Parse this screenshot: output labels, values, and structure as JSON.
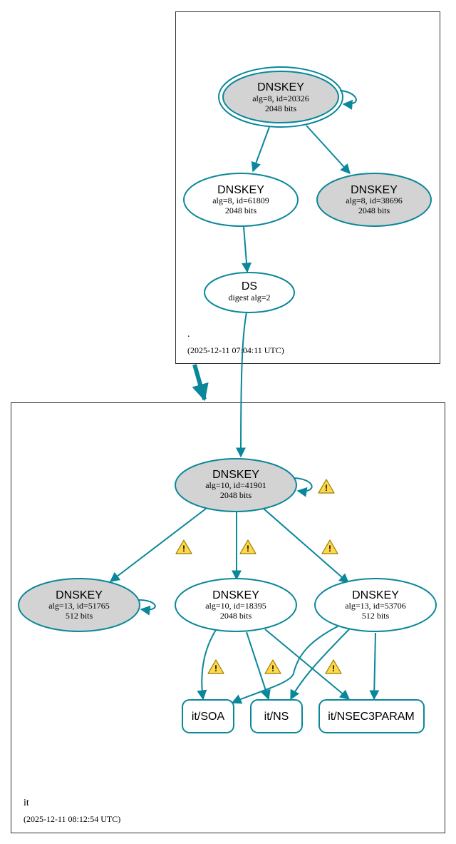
{
  "colors": {
    "edge": "#0a879a",
    "revoked_or_ksk_fill": "#d3d3d3",
    "white_fill": "#ffffff",
    "warning_fill": "#ffd84a",
    "warning_border": "#9b7b00"
  },
  "root_zone": {
    "name": ".",
    "timestamp": "(2025-12-11 07:04:11 UTC)",
    "nodes": {
      "ksk": {
        "title": "DNSKEY",
        "line1": "alg=8, id=20326",
        "line2": "2048 bits"
      },
      "zsk": {
        "title": "DNSKEY",
        "line1": "alg=8, id=61809",
        "line2": "2048 bits"
      },
      "key3": {
        "title": "DNSKEY",
        "line1": "alg=8, id=38696",
        "line2": "2048 bits"
      },
      "ds": {
        "title": "DS",
        "line1": "digest alg=2"
      }
    }
  },
  "it_zone": {
    "name": "it",
    "timestamp": "(2025-12-11 08:12:54 UTC)",
    "nodes": {
      "ksk": {
        "title": "DNSKEY",
        "line1": "alg=10, id=41901",
        "line2": "2048 bits"
      },
      "left": {
        "title": "DNSKEY",
        "line1": "alg=13, id=51765",
        "line2": "512 bits"
      },
      "mid": {
        "title": "DNSKEY",
        "line1": "alg=10, id=18395",
        "line2": "2048 bits"
      },
      "right": {
        "title": "DNSKEY",
        "line1": "alg=13, id=53706",
        "line2": "512 bits"
      },
      "soa": {
        "title": "it/SOA"
      },
      "ns": {
        "title": "it/NS"
      },
      "nsec3param": {
        "title": "it/NSEC3PARAM"
      }
    }
  },
  "icons": {
    "warning": "warning-icon",
    "warning_glyph": "!"
  }
}
